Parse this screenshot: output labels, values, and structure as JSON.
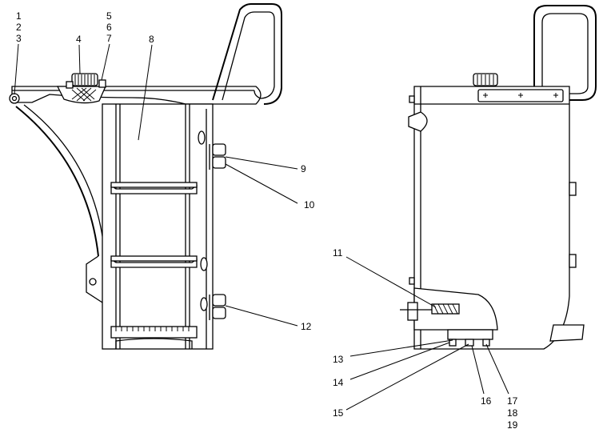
{
  "figure": {
    "callouts": [
      "1",
      "2",
      "3",
      "4",
      "5",
      "6",
      "7",
      "8",
      "9",
      "10",
      "11",
      "12",
      "13",
      "14",
      "15",
      "16",
      "17",
      "18",
      "19"
    ]
  }
}
